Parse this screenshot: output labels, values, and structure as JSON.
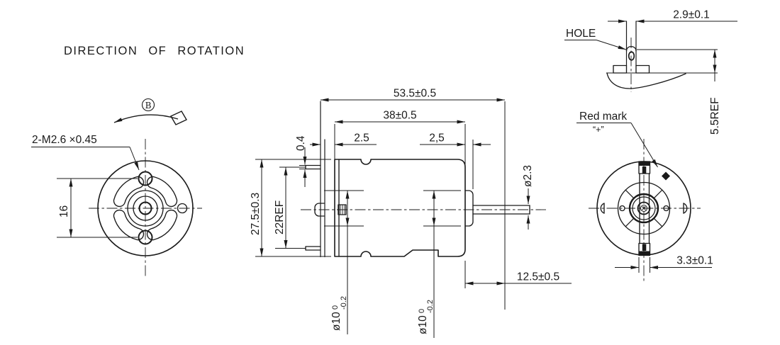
{
  "title": "DIRECTION OF ROTATION",
  "colors": {
    "line": "#1a1a1a",
    "background": "#ffffff"
  },
  "front_view": {
    "rotation_symbol": "B",
    "thread_label": "2-M2.6 ×0.45",
    "mount_hole_spacing": "16"
  },
  "side_view": {
    "overall_length": "53.5±0.5",
    "case_length": "38±0.5",
    "terminal_thickness": "0.4",
    "rear_cap_step": "2.5",
    "front_face_step": "2,5",
    "case_diameter": "27.5±0.3",
    "terminal_span": "22REF",
    "rear_boss": {
      "dia": "ø10",
      "tol_upper": "0",
      "tol_lower": "-0.2"
    },
    "front_boss": {
      "dia": "ø10",
      "tol_upper": "0",
      "tol_lower": "-0.2"
    },
    "shaft_diameter": "ø2.3",
    "shaft_length": "12.5±0.5"
  },
  "terminal_detail": {
    "label": "HOLE",
    "terminal_width": "2.9±0.1",
    "terminal_height": "5.5REF"
  },
  "rear_view": {
    "red_mark_label": "Red mark",
    "red_mark_symbol": "“+”",
    "terminal_strip_width": "3.3±0.1"
  }
}
